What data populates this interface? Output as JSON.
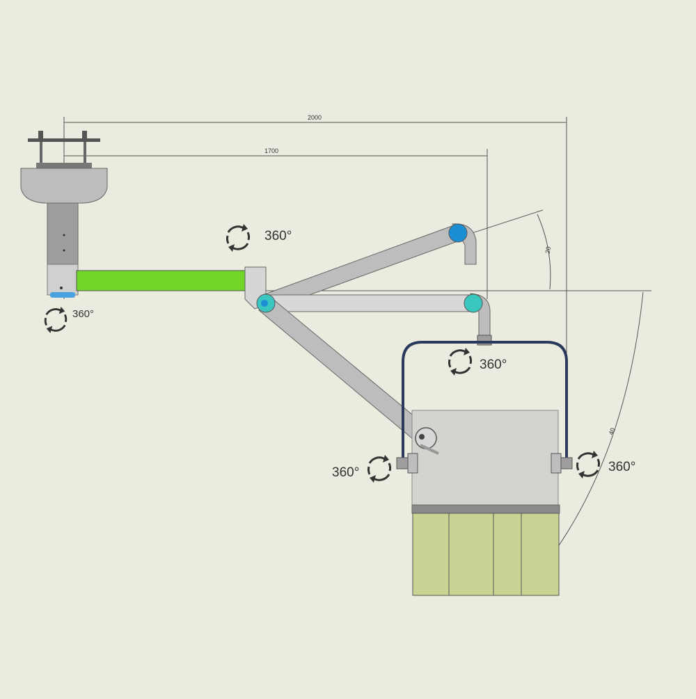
{
  "dimensions": {
    "overall_length": "2000",
    "arm_length": "1700",
    "upper_angle": "20",
    "lower_angle": "40"
  },
  "rotations": {
    "base": "360°",
    "elbow": "360°",
    "hood_top": "360°",
    "hood_left": "360°",
    "hood_right": "360°"
  },
  "colors": {
    "background": "#ecebdf",
    "arm_grey": "#bdbdbd",
    "primary_arm_green": "#70d628",
    "joint_teal": "#3cc6c0",
    "joint_blue": "#1c8fd4",
    "frame_navy": "#2a3a5c",
    "curtain_green": "#c8d494"
  }
}
